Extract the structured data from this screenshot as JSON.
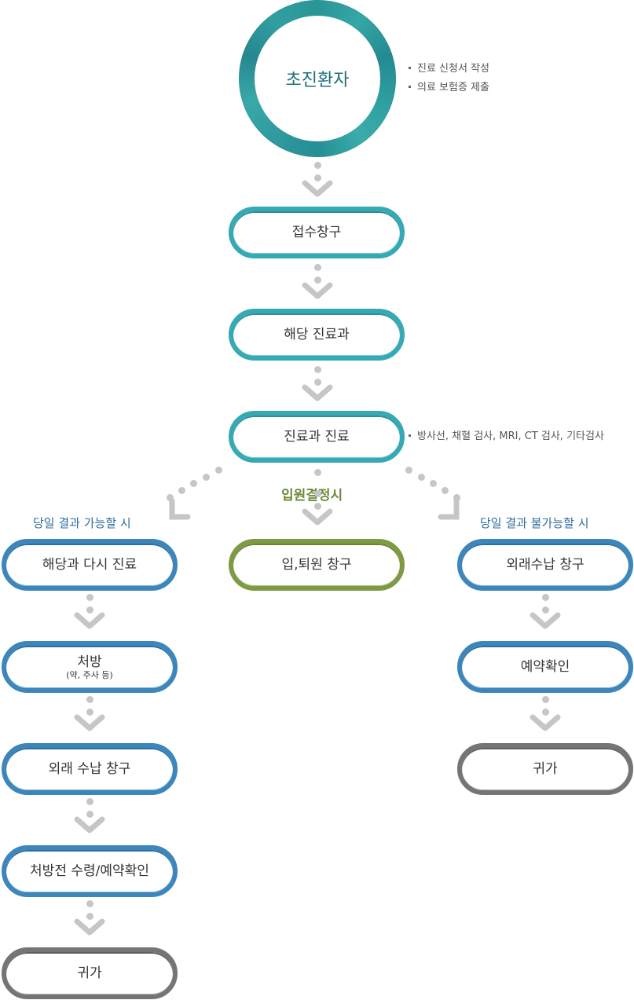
{
  "start": {
    "label": "초진환자",
    "notes": [
      "진료 신청서 작성",
      "의료 보험증 제출"
    ]
  },
  "main_steps": [
    {
      "label": "접수창구"
    },
    {
      "label": "해당 진료과"
    },
    {
      "label": "진료과 진료",
      "note": "방사선, 채혈 검사, MRI, CT 검사, 기타검사"
    }
  ],
  "branches": {
    "left": {
      "condition": "당일 결과 가능할 시",
      "steps": [
        {
          "label": "해당과 다시 진료"
        },
        {
          "label": "처방",
          "sub": "(약, 주사 등)"
        },
        {
          "label": "외래 수납 창구"
        },
        {
          "label": "처방전 수령/예약확인"
        },
        {
          "label": "귀가"
        }
      ]
    },
    "center": {
      "condition": "입원결정시",
      "steps": [
        {
          "label": "입,퇴원 창구"
        }
      ]
    },
    "right": {
      "condition": "당일 결과 불가능할 시",
      "steps": [
        {
          "label": "외래수납 창구"
        },
        {
          "label": "예약확인"
        },
        {
          "label": "귀가"
        }
      ]
    }
  },
  "colors": {
    "start_ring": "#2a9597",
    "main": "#35a9b4",
    "branch": "#3c86bb",
    "admission": "#7e9a44",
    "end": "#757575",
    "connector": "#c6c6c6",
    "branch_label": "#2f6b9e",
    "admission_label": "#6d8a3a"
  }
}
